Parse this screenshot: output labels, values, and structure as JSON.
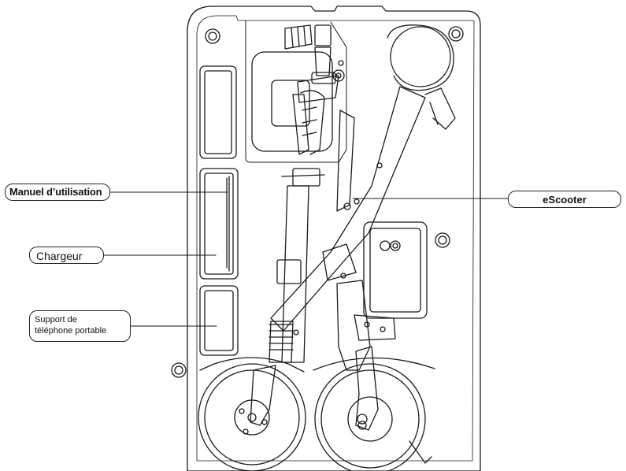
{
  "labels": {
    "manual": "Manuel d’utilisation",
    "charger": "Chargeur",
    "phone_holder_line1": "Support de",
    "phone_holder_line2": "téléphone portable",
    "escooter": "eScooter"
  },
  "colors": {
    "line": "#1a1a1a",
    "background": "#ffffff"
  }
}
